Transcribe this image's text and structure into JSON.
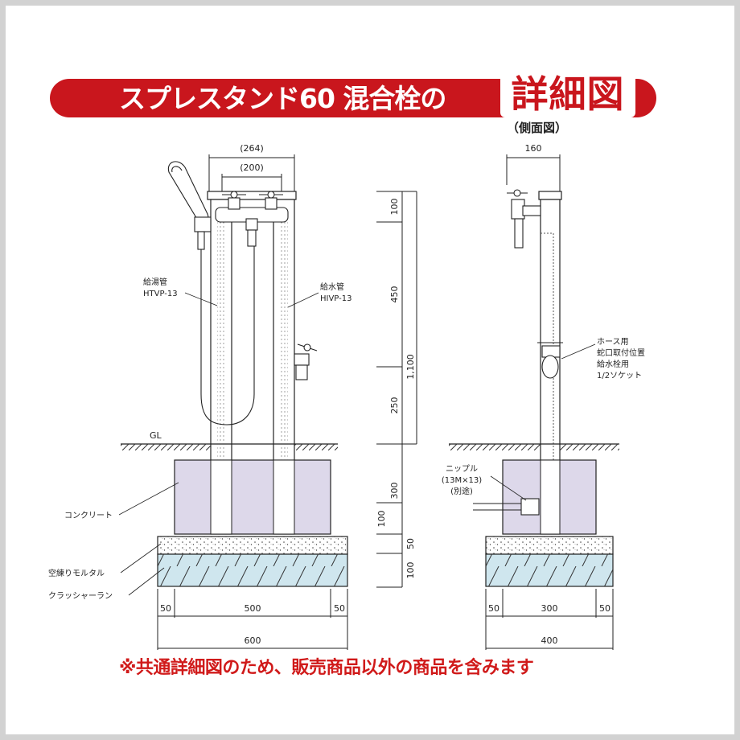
{
  "title": {
    "main": "スプレスタンド60 混合栓の",
    "emphasis": "詳細図"
  },
  "side_view_label": "（側面図）",
  "front": {
    "dim_264": "(264)",
    "dim_200": "(200)",
    "hot_pipe": {
      "name": "給湯管",
      "code": "HTVP-13"
    },
    "cold_pipe": {
      "name": "給水管",
      "code": "HIVP-13"
    },
    "gl": "GL",
    "concrete": "コンクリート",
    "mortar": "空練りモルタル",
    "crusher": "クラッシャーラン",
    "bottom_dims": [
      "50",
      "500",
      "50"
    ],
    "total_width": "600"
  },
  "vertical_dims": [
    "100",
    "450",
    "1,100",
    "250",
    "300",
    "100",
    "50",
    "100"
  ],
  "side": {
    "dim_160": "160",
    "hose_labels": [
      "ホース用",
      "蛇口取付位置",
      "給水栓用",
      "1/2ソケット"
    ],
    "nipple_labels": [
      "ニップル",
      "(13M×13)",
      "(別途)"
    ],
    "bottom_dims": [
      "50",
      "300",
      "50"
    ],
    "total_width": "400"
  },
  "note": "※共通詳細図のため、販売商品以外の商品を含みます",
  "colors": {
    "title_red": "#c9161d",
    "note_red": "#d01a1a",
    "concrete_fill": "#ddd8ea"
  }
}
